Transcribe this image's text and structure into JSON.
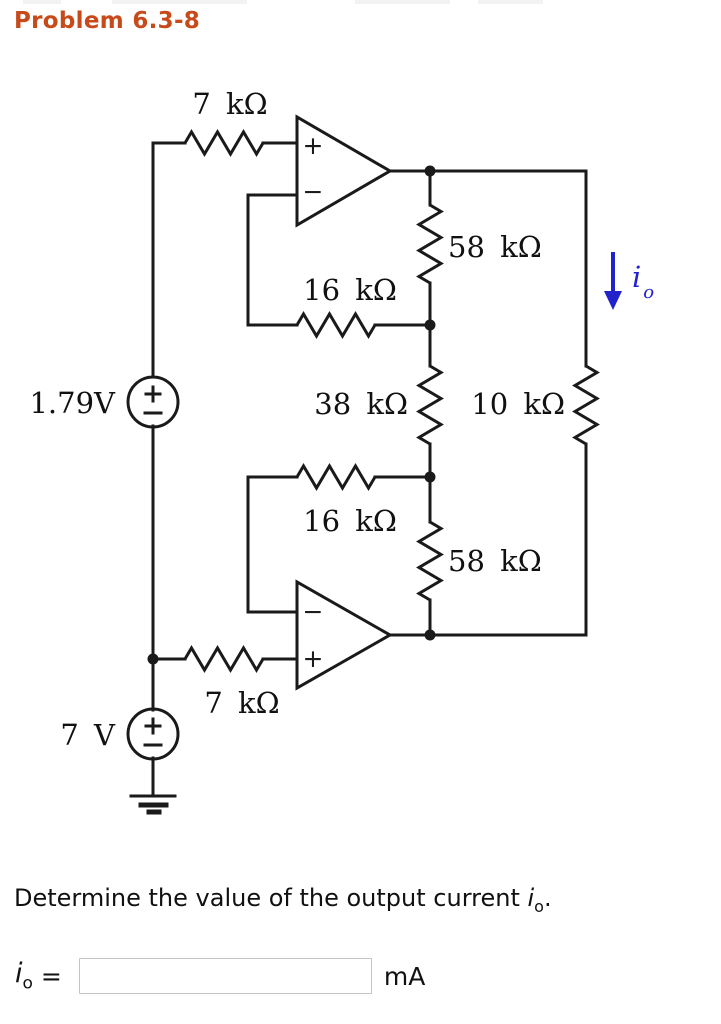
{
  "title": {
    "text": "Problem 6.3-8",
    "color": "#c64a1a"
  },
  "circuit": {
    "resistors": {
      "r_7k_top": "7 kΩ",
      "r_58k_top": "58 kΩ",
      "r_16k_top": "16 kΩ",
      "r_38k": "38 kΩ",
      "r_10k": "10 kΩ",
      "r_16k_bottom": "16 kΩ",
      "r_58k_bottom": "58 kΩ",
      "r_7k_bottom": "7 kΩ"
    },
    "sources": {
      "v1_label": "1.79V",
      "v2_label": "7 V"
    },
    "opamp_top": {
      "plus": "+",
      "minus": "−"
    },
    "opamp_bottom": {
      "plus": "+",
      "minus": "−"
    },
    "current": {
      "var": "i",
      "sub": "o",
      "color": "#2222cc"
    },
    "colors": {
      "wire": "#1a1a1a"
    }
  },
  "question": {
    "prefix": "Determine the value of the output current ",
    "var": "i",
    "sub": "o",
    "suffix": "."
  },
  "answer": {
    "var": "i",
    "sub": "o",
    "equals": "=",
    "value": "",
    "unit": "mA"
  }
}
